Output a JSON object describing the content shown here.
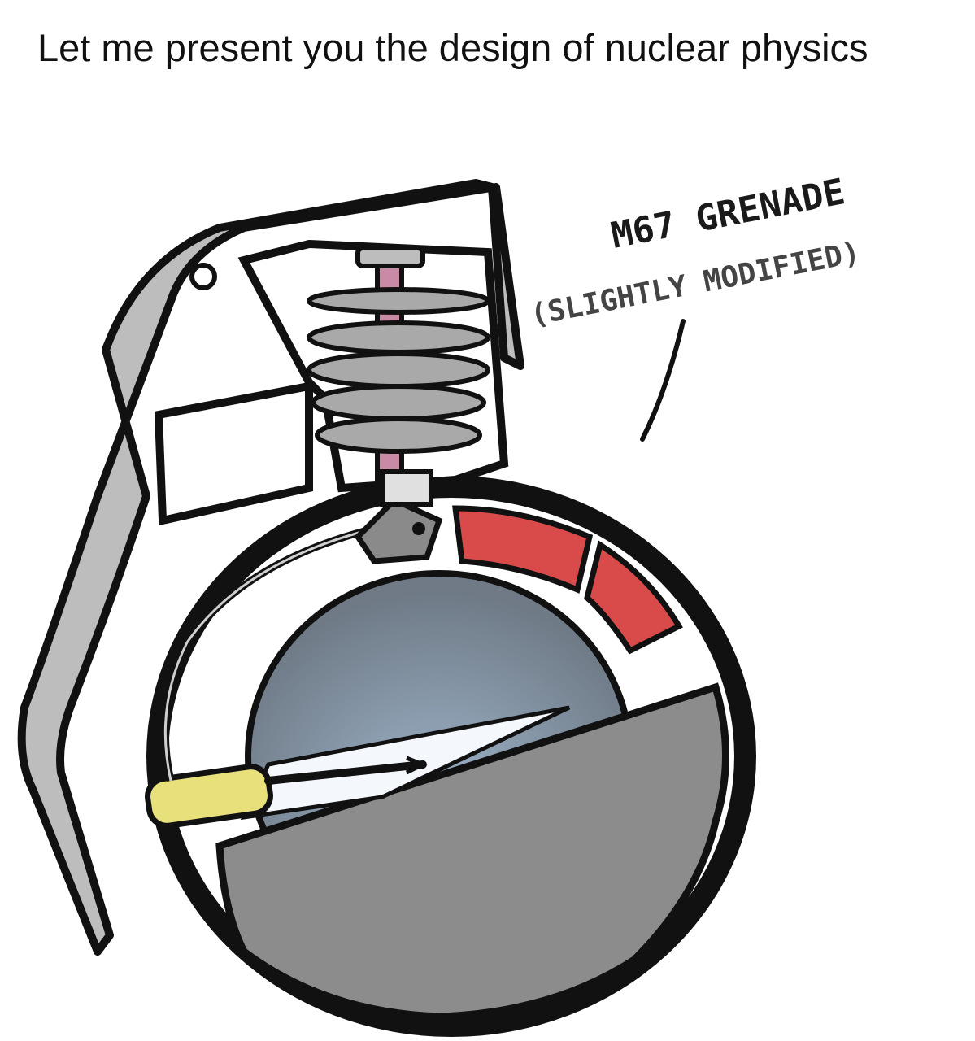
{
  "post": {
    "caption": "Let me present you the design of nuclear physics"
  },
  "cartoon": {
    "label_line1": "M67 GRENADE",
    "label_line2": "(SLIGHTLY MODIFIED)",
    "colors": {
      "outline": "#111111",
      "lever": "#bdbdbd",
      "spring": "#a9a9a9",
      "striker_rod": "#c98aa6",
      "detonator_cap": "#e0e0e0",
      "fuse_block": "#d94a4a",
      "screwdriver_handle": "#e8e07a",
      "sphere_fill": "#8f9aa8",
      "wedge_fill": "#8c8c8c",
      "background": "#ffffff"
    }
  }
}
